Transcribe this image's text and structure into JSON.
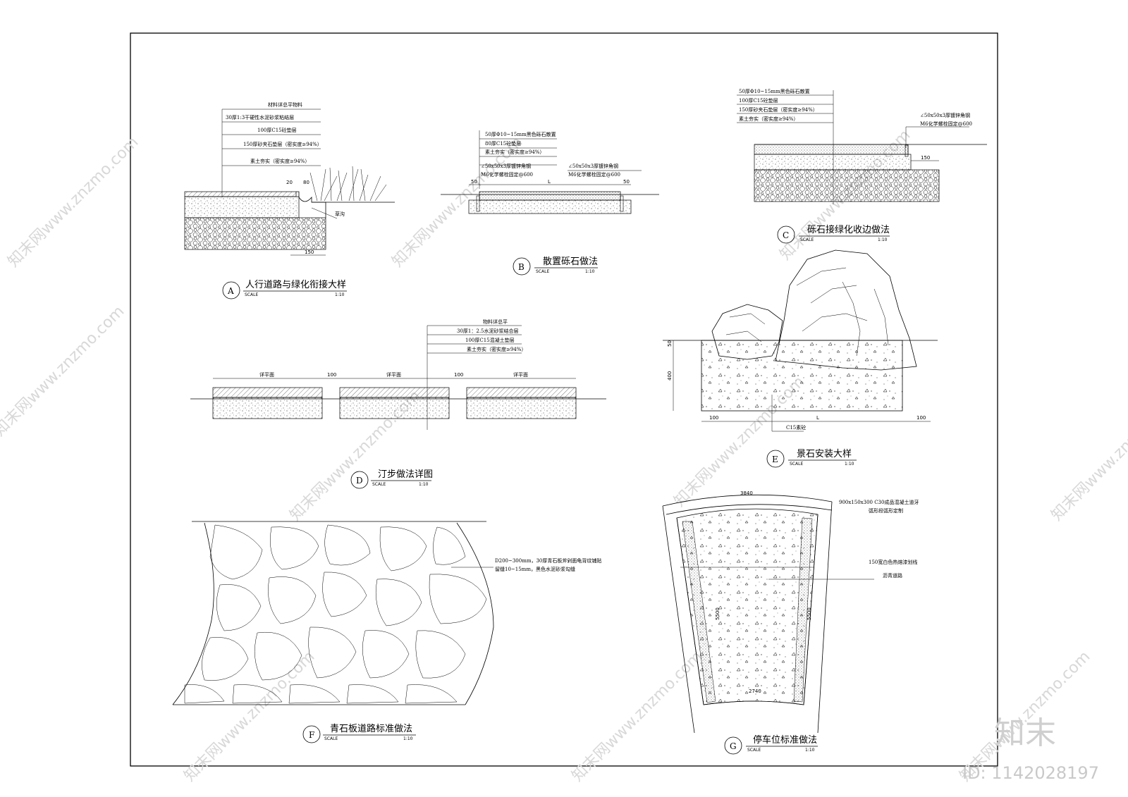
{
  "watermarks": [
    "知末网www.znzmo.com"
  ],
  "brand": "知末",
  "id_label": "ID: 1142028197",
  "scale_word": "SCALE",
  "detail_a": {
    "letter": "A",
    "title": "人行道路与绿化衔接大样",
    "scale": "1:10",
    "layers": [
      "材料详总平物料",
      "30厚1:3干硬性水泥砂浆粘结层",
      "100厚C15砼垫层",
      "150厚砂夹石垫层（密实度≥94%）",
      "素土夯实（密实度≥94%）"
    ],
    "dims": [
      "20",
      "80",
      "150"
    ],
    "note": "草沟"
  },
  "detail_b": {
    "letter": "B",
    "title": "散置砾石做法",
    "scale": "1:10",
    "layers": [
      "50厚Φ10~15mm黑色砾石散置",
      "80厚C15砼垫层",
      "素土夯实（密实度≥94%）",
      "∠50x50x3厚镀锌角钢",
      "M6化学螺栓固定@600"
    ],
    "right_notes": [
      "∠50x50x3厚镀锌角钢",
      "M6化学螺栓固定@600"
    ],
    "dims": [
      "50",
      "L",
      "50"
    ]
  },
  "detail_c": {
    "letter": "C",
    "title": "砾石接绿化收边做法",
    "scale": "1:10",
    "layers": [
      "50厚Φ10~15mm黑色砾石散置",
      "100厚C15砼垫层",
      "150厚砂夹石垫层（密实度≥94%）",
      "素土夯实（密实度≥94%）"
    ],
    "right_notes": [
      "∠50x50x3厚镀锌角钢",
      "M6化学螺栓固定@600"
    ],
    "dims": [
      "150"
    ]
  },
  "detail_d": {
    "letter": "D",
    "title": "汀步做法详图",
    "scale": "1:10",
    "layers": [
      "物料详总平",
      "30厚1：2.5水泥砂浆结合层",
      "100厚C15混凝土垫层",
      "素土夯实（密实度≥94%）"
    ],
    "dims": [
      "详平面",
      "100",
      "详平面",
      "100",
      "详平面"
    ]
  },
  "detail_e": {
    "letter": "E",
    "title": "景石安装大样",
    "scale": "1:10",
    "dims": [
      "50",
      "400",
      "100",
      "L",
      "100"
    ],
    "note": "C15素砼"
  },
  "detail_f": {
    "letter": "F",
    "title": "青石板道路标准做法",
    "scale": "1:10",
    "notes": [
      "D200~300mm，30厚青石板斧剁面龟背纹铺贴",
      "留缝10~15mm，黑色水泥砂浆勾缝"
    ]
  },
  "detail_g": {
    "letter": "G",
    "title": "停车位标准做法",
    "scale": "1:10",
    "notes": [
      "900x150x300 C30成品混凝土道牙",
      "弧形段弧形定制",
      "150宽白色热熔漆划线",
      "沥青道路"
    ],
    "dims": [
      "3840",
      "5500",
      "5500",
      "2740"
    ]
  }
}
